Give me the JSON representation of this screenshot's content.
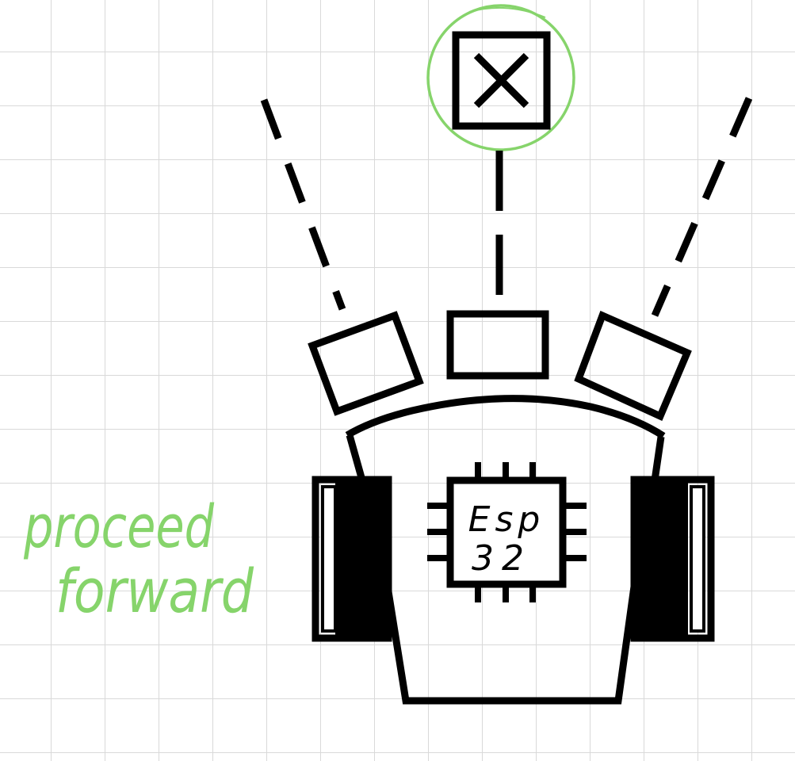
{
  "annotation": {
    "line1": "proceed",
    "line2": "forward",
    "color": "#86d46b"
  },
  "chip": {
    "label_line1": "Esp",
    "label_line2": "32"
  },
  "obstacle": {
    "icon": "close-icon",
    "highlight_color": "#86d46b"
  },
  "colors": {
    "ink": "#000000",
    "grid": "#d9d9d9",
    "background": "#ffffff"
  }
}
